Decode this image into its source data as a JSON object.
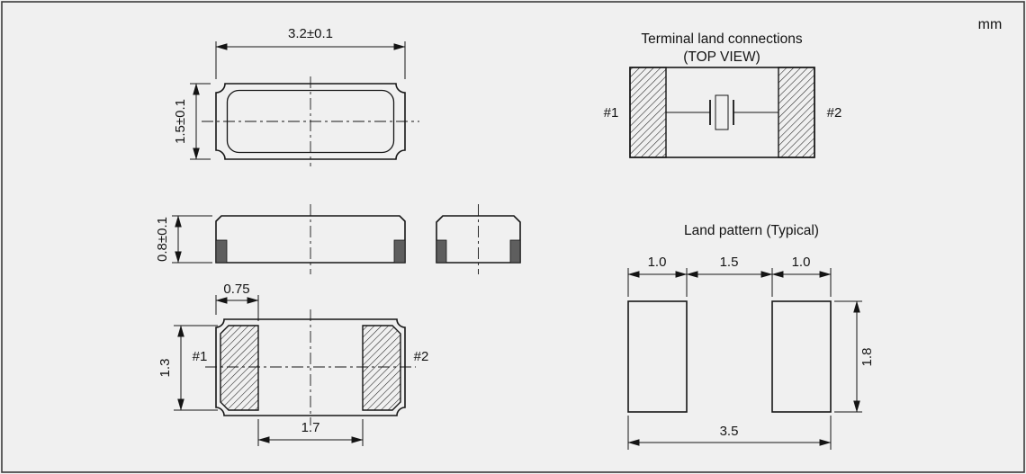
{
  "units_label": "mm",
  "views": {
    "top_view": {
      "width_dim": "3.2±0.1",
      "height_dim": "1.5±0.1"
    },
    "side_view": {
      "height_dim": "0.8±0.1"
    },
    "bottom_view": {
      "pad_width_dim": "0.75",
      "pad_height_dim": "1.3",
      "pad_gap_dim": "1.7",
      "terminal_1": "#1",
      "terminal_2": "#2"
    },
    "terminal_land": {
      "title": "Terminal land connections",
      "subtitle": "(TOP VIEW)",
      "terminal_1": "#1",
      "terminal_2": "#2"
    },
    "land_pattern": {
      "title": "Land pattern (Typical)",
      "pad1_width_dim": "1.0",
      "gap_dim": "1.5",
      "pad2_width_dim": "1.0",
      "pad_height_dim": "1.8",
      "total_width_dim": "3.5"
    }
  },
  "colors": {
    "background": "#f0f0f0",
    "line": "#161616",
    "terminal_fill": "#5e5e5e"
  }
}
